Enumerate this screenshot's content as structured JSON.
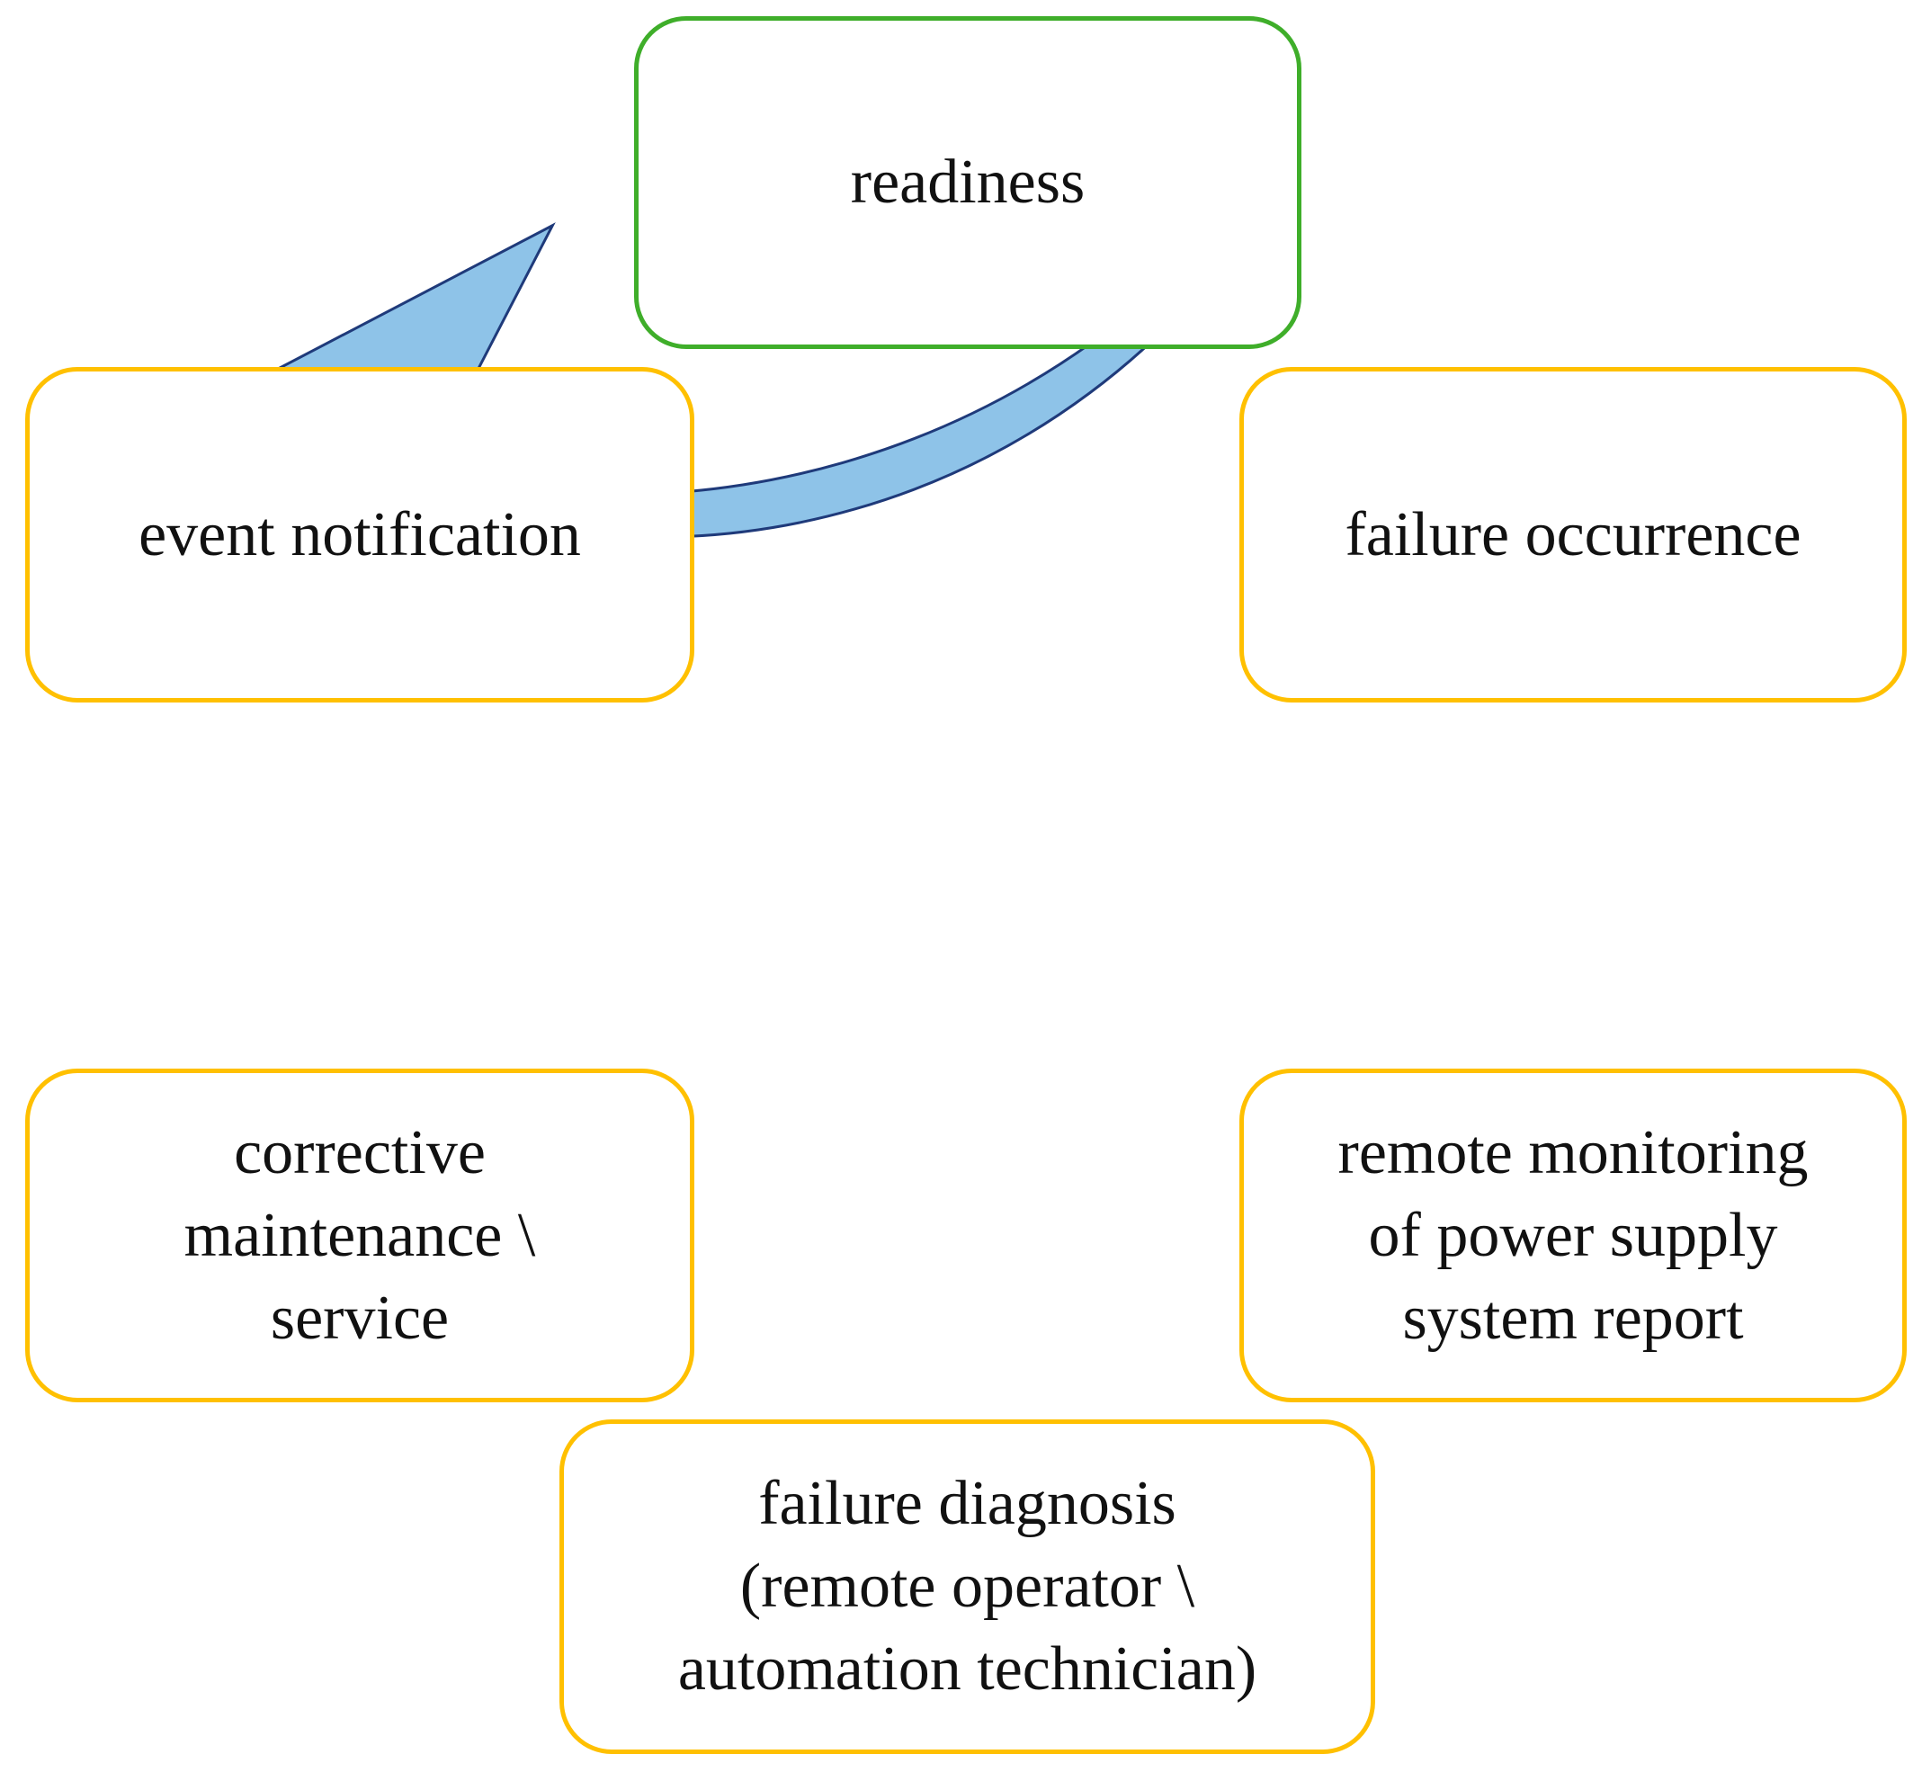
{
  "colors": {
    "arrow_fill": "#8ec3e8",
    "arrow_stroke": "#1f3a7a",
    "box_border_orange": "#ffc000",
    "box_border_green": "#3fae2a",
    "text": "#111111",
    "background": "#ffffff"
  },
  "nodes": {
    "readiness": {
      "lines": [
        "readiness"
      ],
      "border": "green"
    },
    "failure_occurrence": {
      "lines": [
        "failure occurrence"
      ],
      "border": "orange"
    },
    "remote_monitoring": {
      "lines": [
        "remote monitoring",
        "of power supply",
        "system report"
      ],
      "border": "orange"
    },
    "failure_diagnosis": {
      "lines": [
        "failure diagnosis",
        "(remote operator \\",
        "automation technician)"
      ],
      "border": "orange"
    },
    "corrective_maintenance": {
      "lines": [
        "corrective",
        "maintenance \\",
        "service"
      ],
      "border": "orange"
    },
    "event_notification": {
      "lines": [
        "event notification"
      ],
      "border": "orange"
    }
  },
  "cycle_order": [
    "readiness",
    "failure_occurrence",
    "remote_monitoring",
    "failure_diagnosis",
    "corrective_maintenance",
    "event_notification"
  ]
}
